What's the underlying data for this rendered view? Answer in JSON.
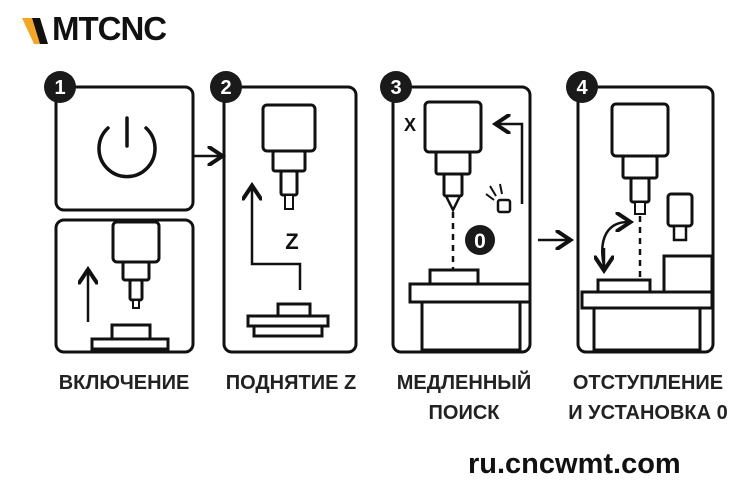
{
  "brand": {
    "logo_text": "MTCNC",
    "accent_color": "#F5A623"
  },
  "steps": [
    {
      "number": "1",
      "label": "ВКЛЮЧЕНИЕ",
      "icon": "power-icon"
    },
    {
      "number": "2",
      "label": "ПОДНЯТИЕ Z",
      "axis_label": "Z"
    },
    {
      "number": "3",
      "label_line1": "МЕДЛЕННЫЙ",
      "label_line2": "ПОИСК",
      "axis_label": "X",
      "zero_label": "0"
    },
    {
      "number": "4",
      "label_line1": "ОТСТУПЛЕНИЕ",
      "label_line2": "И УСТАНОВКА 0"
    }
  ],
  "footer": {
    "url": "ru.cncwmt.com"
  }
}
